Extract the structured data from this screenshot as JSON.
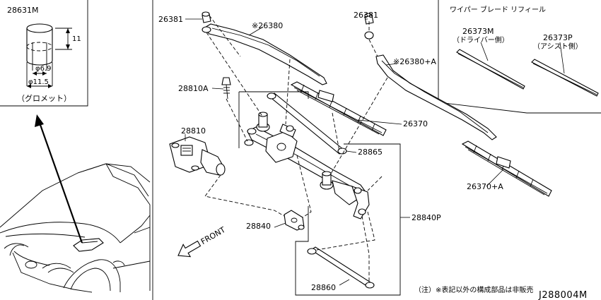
{
  "inset": {
    "part_number": "28631M",
    "dim_height": "11",
    "dim_inner_dia": "φ6.9",
    "dim_outer_dia": "φ11.5",
    "caption": "（グロメット）"
  },
  "refill": {
    "title": "ワイパー ブレード リフィール",
    "driver_part": "26373M",
    "driver_side": "（ドライバー側）",
    "assist_part": "26373P",
    "assist_side": "（アシスト側）"
  },
  "labels": {
    "p26381_left": "26381",
    "p26380": "※26380",
    "p26381_right": "26381",
    "p26380a": "※26380+A",
    "p28810a": "28810A",
    "p26370": "26370",
    "p28810": "28810",
    "p28865": "28865",
    "p26370a": "26370+A",
    "p28840p": "28840P",
    "p28840": "28840",
    "p28860": "28860"
  },
  "front_label": "FRONT",
  "note": "（注）※表記以外の構成部品は非販売",
  "diagram_code": "J288004M"
}
